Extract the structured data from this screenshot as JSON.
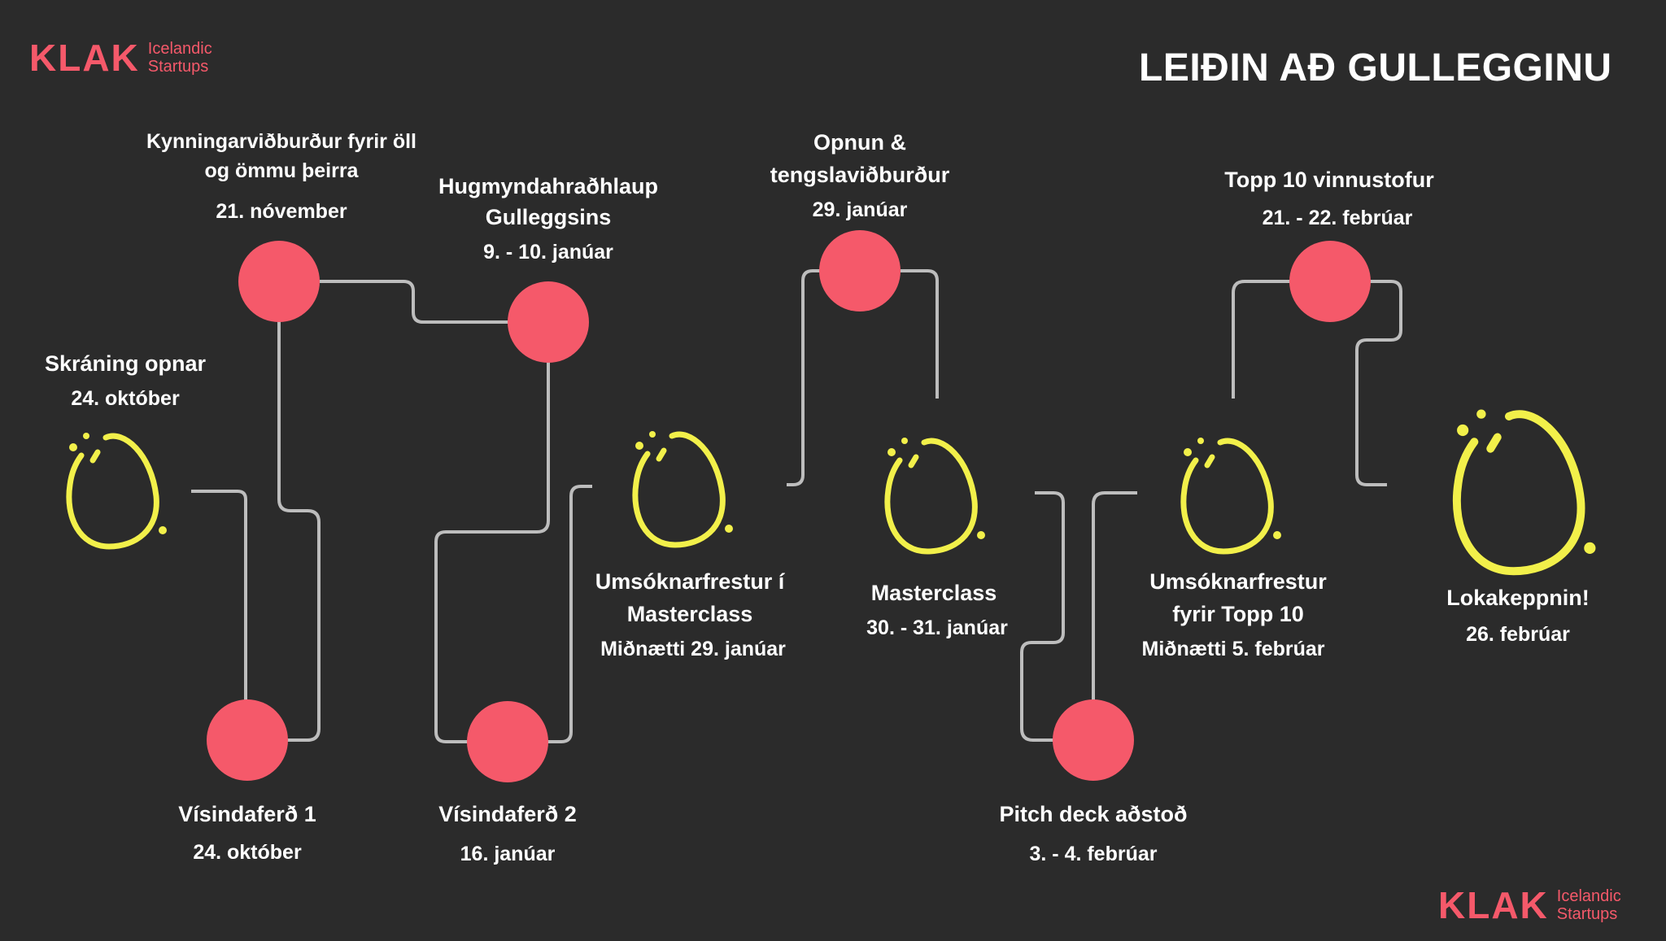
{
  "header": {
    "title": "LEIÐIN AÐ GULLEGGINU",
    "logo": {
      "word": "KLAK",
      "sub_line1": "Icelandic",
      "sub_line2": "Startups"
    }
  },
  "footer": {
    "logo": {
      "word": "KLAK",
      "sub_line1": "Icelandic",
      "sub_line2": "Startups"
    }
  },
  "events": {
    "skraning": {
      "title": "Skráning opnar",
      "date": "24. október"
    },
    "kynning": {
      "title_line1": "Kynningarviðburður fyrir öll",
      "title_line2": "og ömmu þeirra",
      "date": "21. nóvember"
    },
    "hugmynda": {
      "title_line1": "Hugmyndahraðhlaup",
      "title_line2": "Gulleggsins",
      "date": "9. - 10. janúar"
    },
    "visinda1": {
      "title": "Vísindaferð 1",
      "date": "24. október"
    },
    "visinda2": {
      "title": "Vísindaferð 2",
      "date": "16. janúar"
    },
    "umsokn_master": {
      "title_line1": "Umsóknarfrestur í",
      "title_line2": "Masterclass",
      "date": "Miðnætti 29. janúar"
    },
    "opnun": {
      "title_line1": "Opnun &",
      "title_line2": "tengslaviðburður",
      "date": "29. janúar"
    },
    "masterclass": {
      "title": "Masterclass",
      "date": "30. - 31. janúar"
    },
    "pitch": {
      "title": "Pitch deck aðstoð",
      "date": "3. - 4. febrúar"
    },
    "umsokn_topp": {
      "title_line1": "Umsóknarfrestur",
      "title_line2": "fyrir Topp 10",
      "date": "Miðnætti 5. febrúar"
    },
    "topp10": {
      "title": "Topp 10 vinnustofur",
      "date": "21. - 22. febrúar"
    },
    "loka": {
      "title": "Lokakeppnin!",
      "date": "26. febrúar"
    }
  },
  "colors": {
    "background": "#2b2b2b",
    "node": "#f5596a",
    "egg": "#f2f04a",
    "connector": "#bdbdbd",
    "text": "#ffffff",
    "brand": "#f5596a"
  }
}
